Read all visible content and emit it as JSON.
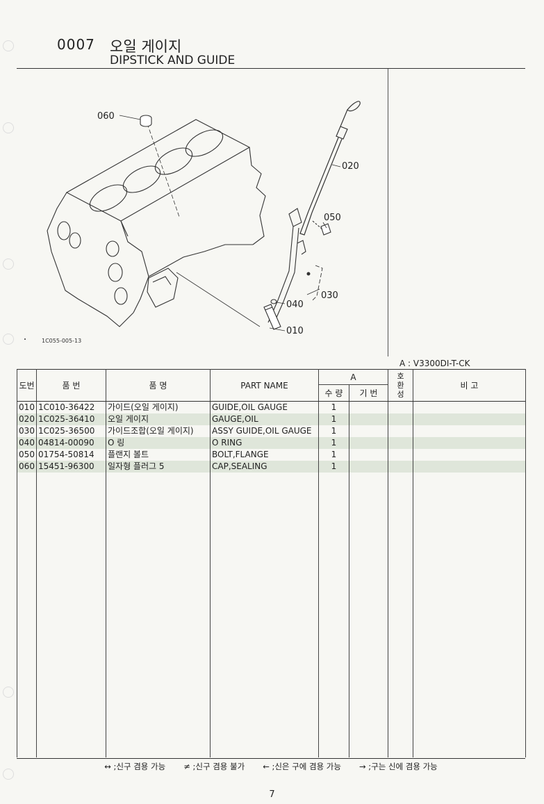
{
  "header": {
    "section_no": "0007",
    "title_ko": "오일 게이지",
    "title_en": "DIPSTICK AND GUIDE"
  },
  "diagram": {
    "figure_code": "1C055-005-13",
    "callouts": [
      "060",
      "020",
      "050",
      "030",
      "040",
      "010"
    ]
  },
  "model_note": "A : V3300DI-T-CK",
  "table": {
    "headers": {
      "ref": "도번",
      "part_no": "품   번",
      "part_name_ko": "품        명",
      "part_name_en": "PART  NAME",
      "group_a": "A",
      "qty": "수 량",
      "base_no": "기 번",
      "interchange": "호환성",
      "remarks": "비         고"
    },
    "rows": [
      {
        "ref": "010",
        "part_no": "1C010-36422",
        "name_ko": "가이드(오일 게이지)",
        "name_en": "GUIDE,OIL GAUGE",
        "qty": "1"
      },
      {
        "ref": "020",
        "part_no": "1C025-36410",
        "name_ko": "오일 게이지",
        "name_en": "GAUGE,OIL",
        "qty": "1"
      },
      {
        "ref": "030",
        "part_no": "1C025-36500",
        "name_ko": "가이드조합(오일 게이지)",
        "name_en": "ASSY GUIDE,OIL GAUGE",
        "qty": "1"
      },
      {
        "ref": "040",
        "part_no": "04814-00090",
        "name_ko": "O 링",
        "name_en": "O RING",
        "qty": "1"
      },
      {
        "ref": "050",
        "part_no": "01754-50814",
        "name_ko": "플랜지 볼트",
        "name_en": "BOLT,FLANGE",
        "qty": "1"
      },
      {
        "ref": "060",
        "part_no": "15451-96300",
        "name_ko": "일자형 플러그 5",
        "name_en": "CAP,SEALING",
        "qty": "1"
      }
    ]
  },
  "legend": [
    "↔ ;신구 겸용 가능",
    "≠ ;신구 겸용 불가",
    "← ;신은 구에 겸용 가능",
    "→ ;구는 신에 겸용 가능"
  ],
  "page_number": "7"
}
